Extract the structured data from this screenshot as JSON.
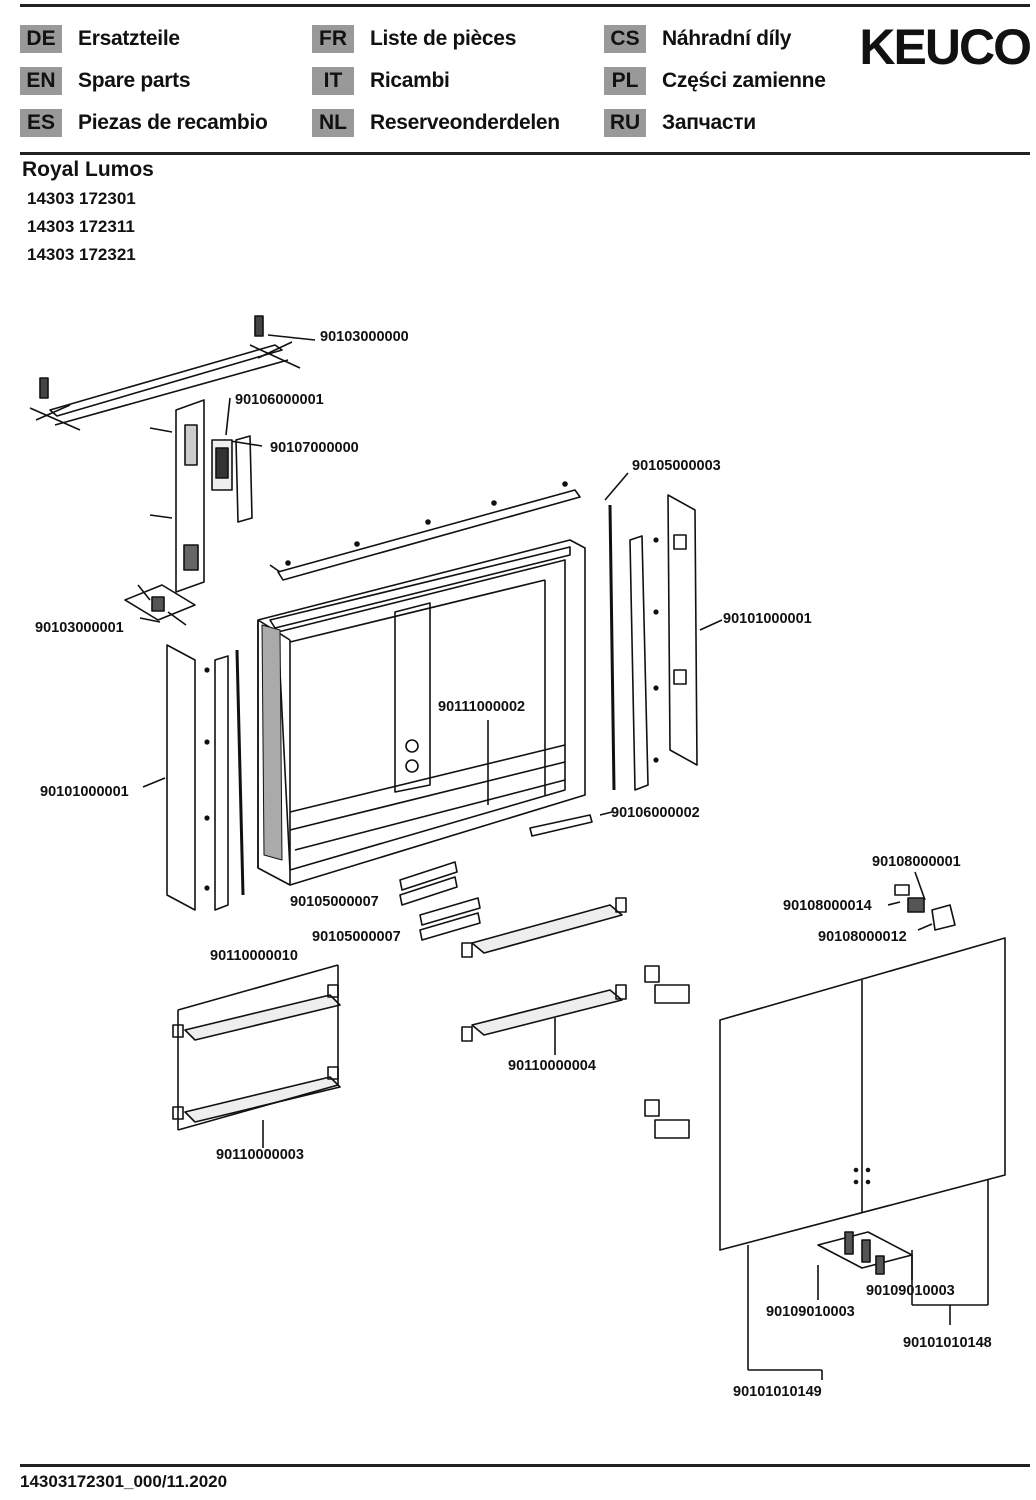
{
  "brand": "KEUCO",
  "languages": [
    {
      "code": "DE",
      "label": "Ersatzteile"
    },
    {
      "code": "EN",
      "label": "Spare parts"
    },
    {
      "code": "ES",
      "label": "Piezas de recambio"
    },
    {
      "code": "FR",
      "label": "Liste de pièces"
    },
    {
      "code": "IT",
      "label": "Ricambi"
    },
    {
      "code": "NL",
      "label": "Reserveonderdelen"
    },
    {
      "code": "CS",
      "label": "Náhradní díly"
    },
    {
      "code": "PL",
      "label": "Części zamienne"
    },
    {
      "code": "RU",
      "label": "Запчасти"
    }
  ],
  "product": {
    "name": "Royal Lumos",
    "article_numbers": [
      "14303 172301",
      "14303 172311",
      "14303 172321"
    ]
  },
  "part_labels": {
    "hanger_rail_top": "90103000000",
    "bracket_top": "90106000001",
    "switch_cover": "90107000000",
    "frame_profile_top": "90105000003",
    "hanger_bracket_left": "90103000001",
    "side_panel_right": "90101000001",
    "interior_mirror": "90111000002",
    "side_panel_left": "90101000001",
    "socket_strip": "90106000002",
    "cover_strip_1": "90105000007",
    "cover_strip_2": "90105000007",
    "hinge_set": "90108000001",
    "hinge_clip": "90108000014",
    "hinge_part": "90108000012",
    "shelf_pair_left": "90110000010",
    "shelf_pair_center": "90110000004",
    "shelf_pair_bottom": "90110000003",
    "door_hinge_left": "90109010003",
    "door_hinge_right": "90109010003",
    "door_right": "90101010148",
    "door_left": "90101010149"
  },
  "footer": "14303172301_000/11.2020"
}
